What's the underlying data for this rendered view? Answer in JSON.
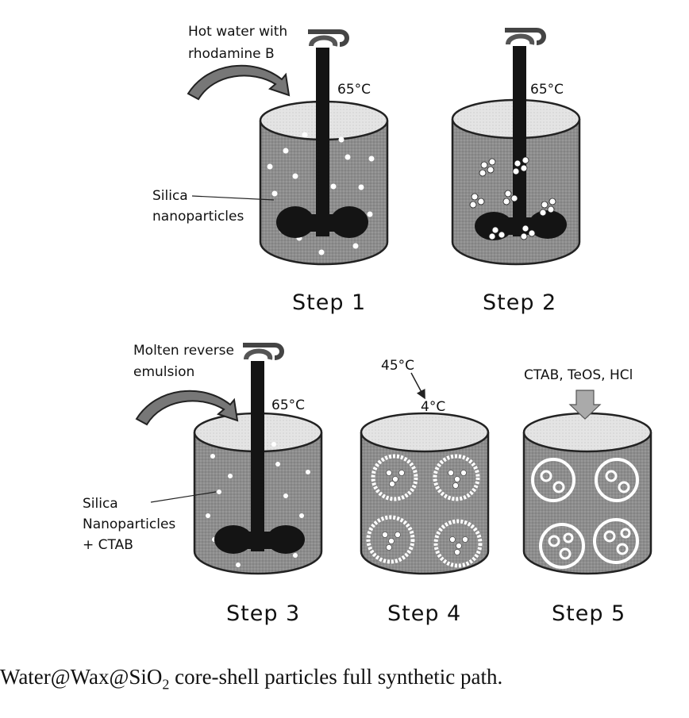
{
  "step1": {
    "title": "Step 1",
    "input_label_line1": "Hot water with",
    "input_label_line2": "rhodamine B",
    "temperature": "65°C",
    "particles_label_line1": "Silica",
    "particles_label_line2": "nanoparticles"
  },
  "step2": {
    "title": "Step 2",
    "temperature": "65°C"
  },
  "step3": {
    "title": "Step 3",
    "input_label_line1": "Molten reverse",
    "input_label_line2": "emulsion",
    "temperature": "65°C",
    "particles_label_line1": "Silica",
    "particles_label_line2": "Nanoparticles",
    "particles_label_line3": "+ CTAB"
  },
  "step4": {
    "title": "Step 4",
    "temp_start": "45°C",
    "temp_end": "4°C"
  },
  "step5": {
    "title": "Step 5",
    "reagents": "CTAB, TeOS, HCl"
  },
  "caption": {
    "pre": "Water@Wax@SiO",
    "sub": "2",
    "post": " core-shell particles full synthetic path."
  },
  "colors": {
    "liquid": "#8a8a8a",
    "liquid_top": "#e2e2e2",
    "stirrer": "#141414",
    "outline": "#222222"
  }
}
